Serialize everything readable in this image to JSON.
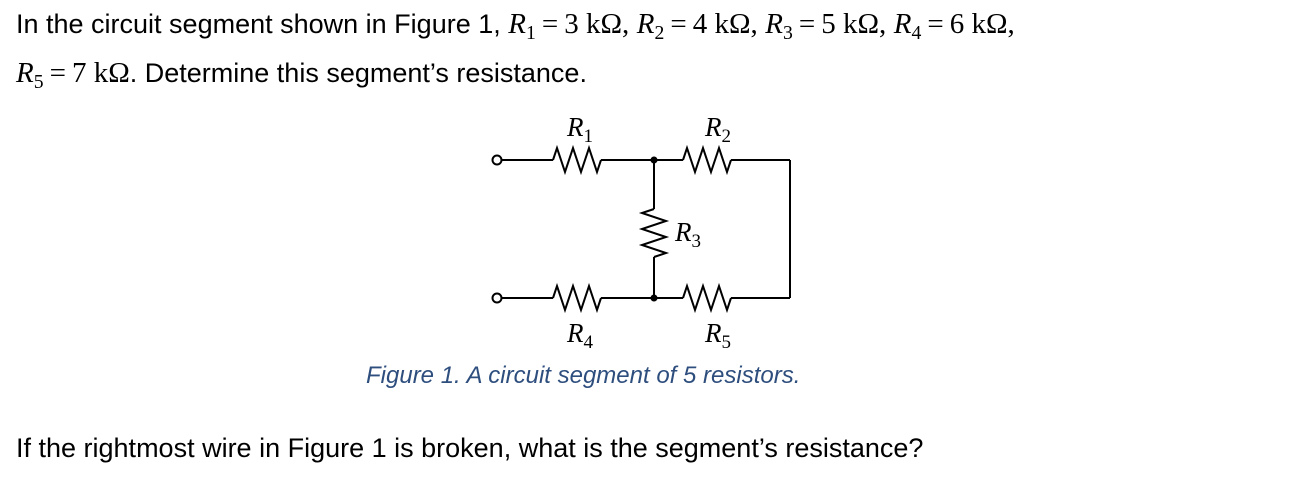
{
  "problem": {
    "intro": "In the circuit segment shown in Figure 1, ",
    "resistors": [
      {
        "symbol": "R",
        "sub": "1",
        "value": "3 kΩ"
      },
      {
        "symbol": "R",
        "sub": "2",
        "value": "4 kΩ"
      },
      {
        "symbol": "R",
        "sub": "3",
        "value": "5 kΩ"
      },
      {
        "symbol": "R",
        "sub": "4",
        "value": "6 kΩ"
      },
      {
        "symbol": "R",
        "sub": "5",
        "value": "7 kΩ"
      }
    ],
    "separator": ",",
    "equals": "=",
    "ending": ". Determine this segment’s resistance."
  },
  "figure": {
    "labels": {
      "r1": {
        "symbol": "R",
        "sub": "1"
      },
      "r2": {
        "symbol": "R",
        "sub": "2"
      },
      "r3": {
        "symbol": "R",
        "sub": "3"
      },
      "r4": {
        "symbol": "R",
        "sub": "4"
      },
      "r5": {
        "symbol": "R",
        "sub": "5"
      }
    },
    "caption": "Figure 1. A circuit segment of 5 resistors."
  },
  "question": "If the rightmost wire in Figure 1 is broken, what is the segment’s resistance?"
}
